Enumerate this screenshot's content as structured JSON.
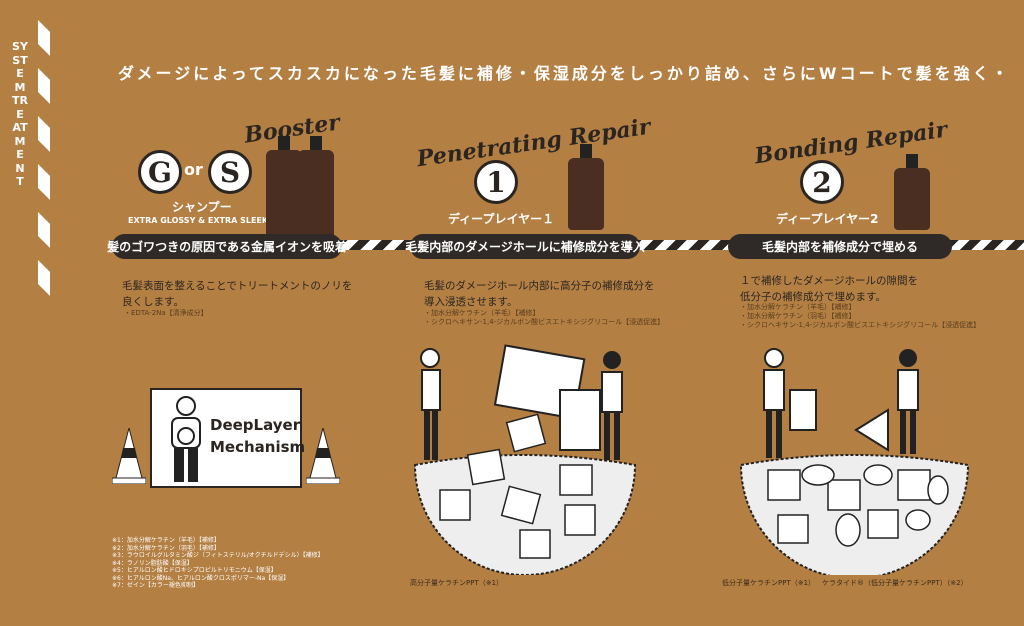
{
  "side_label": "SYSTEM TREATMENT",
  "headline": "ダメージによってスカスカになった毛髪に補修・保湿成分をしっかり詰め、さらにWコートで髪を強く・",
  "steps": [
    {
      "script_title": "Booster",
      "badge_g": "G",
      "or": "or",
      "badge_s": "S",
      "name": "シャンプー",
      "sub": "EXTRA GLOSSY & EXTRA SLEEK",
      "pill": "髪のゴワつきの原因である金属イオンを吸着",
      "desc": [
        "毛髪表面を整えることでトリートメントのノリを",
        "良くします。"
      ],
      "notes": [
        "・EDTA-2Na【清浄成分】"
      ]
    },
    {
      "script_title": "Penetrating Repair",
      "badge": "1",
      "name": "ディープレイヤー１",
      "pill": "毛髪内部のダメージホールに補修成分を導入",
      "desc": [
        "毛髪のダメージホール内部に高分子の補修成分を",
        "導入浸透させます。"
      ],
      "notes": [
        "・加水分解ケラチン（羊毛）【補修】",
        "・シクロヘキサン-1,4-ジカルボン酸ビスエトキシジグリコール【浸透促進】"
      ],
      "caption": "高分子量ケラチンPPT（※1）"
    },
    {
      "script_title": "Bonding Repair",
      "badge": "2",
      "name": "ディープレイヤー2",
      "pill": "毛髪内部を補修成分で埋める",
      "desc": [
        "１で補修したダメージホールの隙間を",
        "低分子の補修成分で埋めます。"
      ],
      "notes": [
        "・加水分解ケラチン（羊毛）【補修】",
        "・加水分解ケラチン（羽毛）【補修】",
        "・シクロヘキサン-1,4-ジカルボン酸ビスエトキシジグリコール【浸透促進】"
      ],
      "captions": [
        "低分子量ケラチンPPT（※1）",
        "ケラタイド®（低分子量ケラチンPPT）（※2）"
      ]
    }
  ],
  "mechanism": [
    "DeepLayer",
    "Mechanism"
  ],
  "footnotes": [
    "※1：加水分解ケラチン（羊毛）【補修】",
    "※2：加水分解ケラチン（羽毛）【補修】",
    "※3：ラウロイルグルタミン酸ジ（フィトステリル/オクチルドデシル）【補修】",
    "※4：ラノリン脂肪酸【保湿】",
    "※5：ヒアルロン酸ヒドロキシプロピルトリモニウム【保湿】",
    "※6：ヒアルロン酸Na、ヒアルロン酸クロスポリマー-Na【保湿】",
    "※7：ゼイン【カラー褪色抑制】"
  ]
}
